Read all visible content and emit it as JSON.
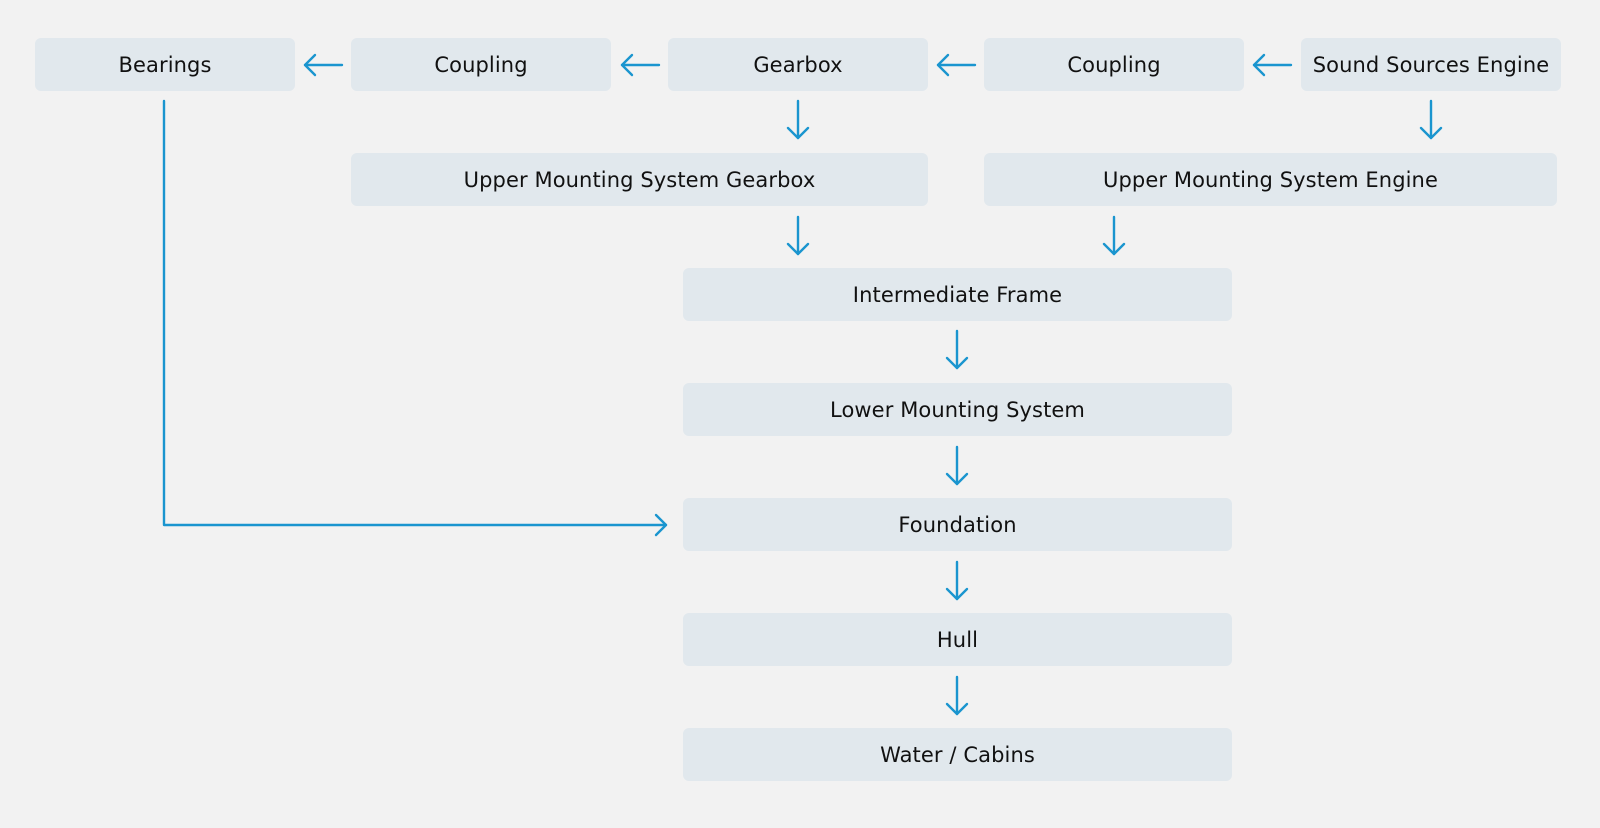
{
  "colors": {
    "background": "#f2f2f2",
    "node_fill": "#e1e8ed",
    "node_text": "#111111",
    "arrow": "#1a95cf"
  },
  "nodes": {
    "bearings": "Bearings",
    "coupling_left": "Coupling",
    "gearbox": "Gearbox",
    "coupling_right": "Coupling",
    "sound_sources_engine": "Sound Sources Engine",
    "upper_mounting_gearbox": "Upper Mounting System Gearbox",
    "upper_mounting_engine": "Upper Mounting System Engine",
    "intermediate_frame": "Intermediate Frame",
    "lower_mounting_system": "Lower Mounting System",
    "foundation": "Foundation",
    "hull": "Hull",
    "water_cabins": "Water / Cabins"
  },
  "edges": [
    {
      "from": "sound_sources_engine",
      "to": "coupling_right"
    },
    {
      "from": "coupling_right",
      "to": "gearbox"
    },
    {
      "from": "gearbox",
      "to": "coupling_left"
    },
    {
      "from": "coupling_left",
      "to": "bearings"
    },
    {
      "from": "gearbox",
      "to": "upper_mounting_gearbox"
    },
    {
      "from": "sound_sources_engine",
      "to": "upper_mounting_engine"
    },
    {
      "from": "upper_mounting_gearbox",
      "to": "intermediate_frame"
    },
    {
      "from": "upper_mounting_engine",
      "to": "intermediate_frame"
    },
    {
      "from": "intermediate_frame",
      "to": "lower_mounting_system"
    },
    {
      "from": "lower_mounting_system",
      "to": "foundation"
    },
    {
      "from": "bearings",
      "to": "foundation"
    },
    {
      "from": "foundation",
      "to": "hull"
    },
    {
      "from": "hull",
      "to": "water_cabins"
    }
  ]
}
